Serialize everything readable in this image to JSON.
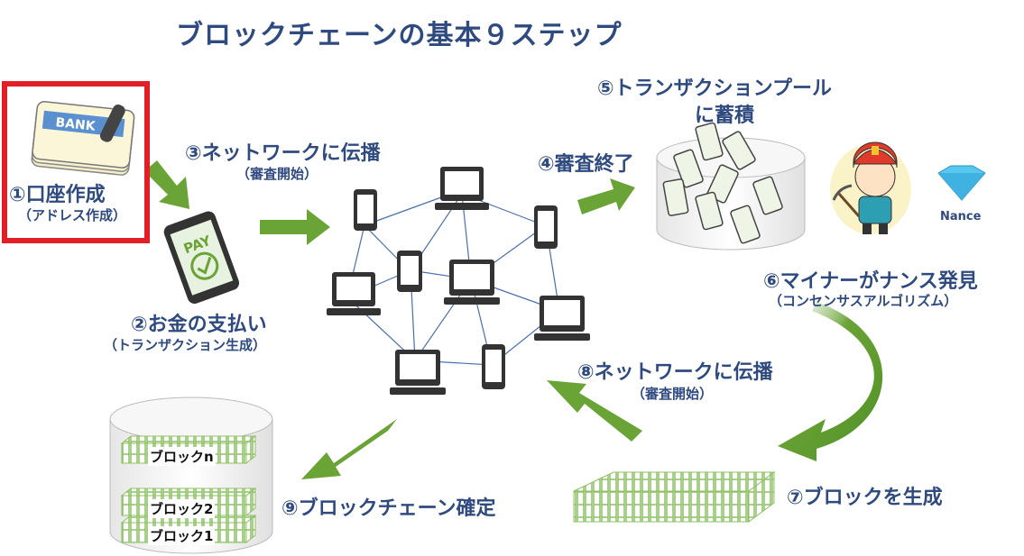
{
  "title": "ブロックチェーンの基本９ステップ",
  "steps": {
    "s1": {
      "label": "①口座作成",
      "sub": "（アドレス作成）"
    },
    "s2": {
      "label": "②お金の支払い",
      "sub": "（トランザクション生成）"
    },
    "s3": {
      "label": "③ネットワークに伝播",
      "sub": "（審査開始）"
    },
    "s4": {
      "label": "④審査終了"
    },
    "s5": {
      "label": "⑤トランザクションプール",
      "label2": "に蓄積"
    },
    "s6": {
      "label": "⑥マイナーがナンス発見",
      "sub": "（コンセンサスアルゴリズム）"
    },
    "s7": {
      "label": "⑦ブロックを生成"
    },
    "s8": {
      "label": "⑧ネットワークに伝播",
      "sub": "（審査開始）"
    },
    "s9": {
      "label": "⑨ブロックチェーン確定"
    }
  },
  "icons": {
    "bank_card": "BANK",
    "pay": "PAY",
    "nonce": "Nance"
  },
  "blocks": [
    "ブロックn",
    "ブロック2",
    "ブロック1"
  ],
  "colors": {
    "arrow": "#6aa336",
    "text": "#2f4a7f",
    "highlight": "#e21e26"
  }
}
